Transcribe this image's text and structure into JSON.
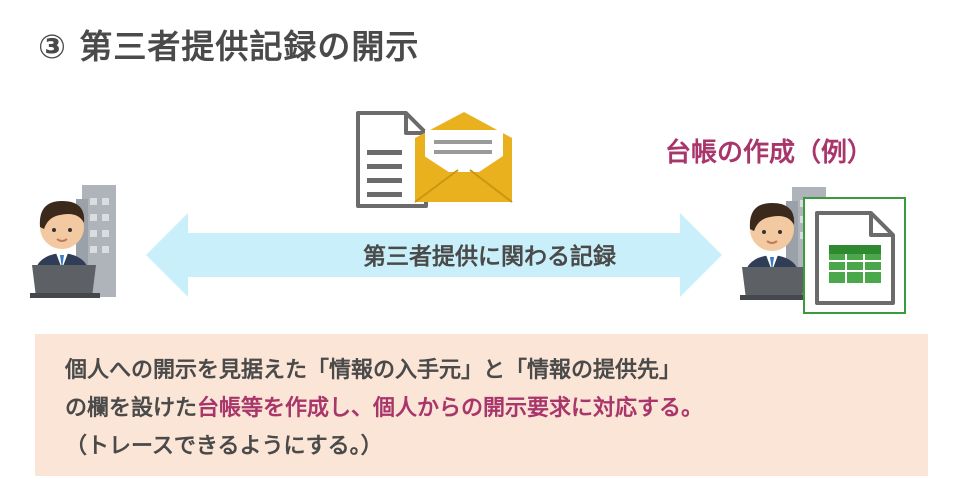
{
  "title": "③ 第三者提供記録の開示",
  "ledger_label": "台帳の作成（例）",
  "arrow_label": "第三者提供に関わる記録",
  "note": {
    "line1": "個人への開示を見据えた「情報の入手元」と「情報の提供先」",
    "line2_prefix": "の欄を設けた",
    "line2_highlight": "台帳等を作成し、個人からの開示要求に対応する。",
    "line3": "（トレースできるようにする。）"
  },
  "colors": {
    "accent": "#a8366b",
    "arrow": "#c9f0fa",
    "envelope": "#eab11f",
    "spreadsheet_frame": "#3c9a3c",
    "note_bg": "#fbe5d6"
  }
}
